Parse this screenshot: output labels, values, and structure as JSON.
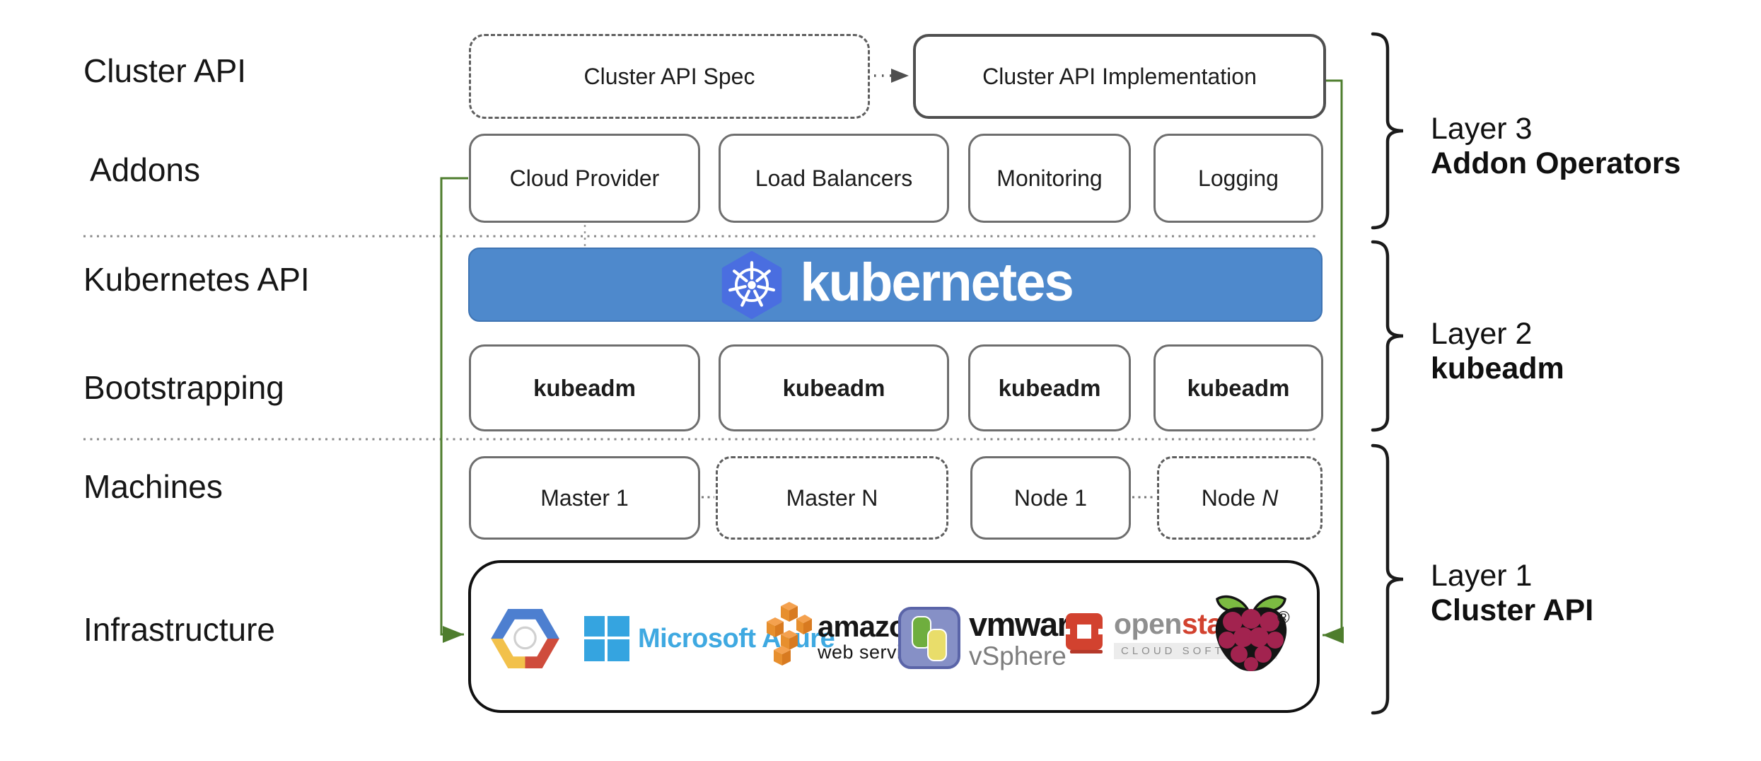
{
  "row_labels": [
    "Cluster API",
    "Addons",
    "Kubernetes API",
    "Bootstrapping",
    "Machines",
    "Infrastructure"
  ],
  "cluster_api_row": {
    "spec_label": "Cluster API Spec",
    "impl_label": "Cluster API Implementation"
  },
  "addons_row": {
    "boxes": [
      "Cloud Provider",
      "Load Balancers",
      "Monitoring",
      "Logging"
    ]
  },
  "kubernetes_banner": {
    "wordmark": "kubernetes"
  },
  "bootstrapping_row": {
    "boxes": [
      "kubeadm",
      "kubeadm",
      "kubeadm",
      "kubeadm"
    ]
  },
  "machines_row": {
    "master_1": "Master 1",
    "master_n": "Master N",
    "node_1": "Node 1",
    "node_n_prefix": "Node",
    "node_n_suffix": "N"
  },
  "infrastructure_row": {
    "azure_label": "Microsoft Azure",
    "aws_label": "amazon",
    "aws_sub": "web services",
    "vmware_label": "vmware",
    "vmware_reg": "®",
    "vmware_sub": "vSphere",
    "openstack_open": "open",
    "openstack_stack": "stack",
    "openstack_tm": "™",
    "openstack_sub": "CLOUD SOFTWARE",
    "raspberry_reg": "®"
  },
  "layer_annotations": [
    {
      "line1": "Layer 3",
      "line2": "Addon Operators"
    },
    {
      "line1": "Layer 2",
      "line2": "kubeadm"
    },
    {
      "line1": "Layer 1",
      "line2": "Cluster API"
    }
  ],
  "colors": {
    "banner_blue": "#4E89CC",
    "kubernetes_logo_blue": "#4A6EE0",
    "connector_green": "#4E7D2D",
    "box_border_gray": "#6E6E6E",
    "text": "#161616",
    "azure_blue": "#3FA9E1",
    "aws_orange": "#E98F2E",
    "openstack_red": "#D2422F",
    "raspberry_red": "#A2234F",
    "leaf_green": "#7CBB42"
  }
}
